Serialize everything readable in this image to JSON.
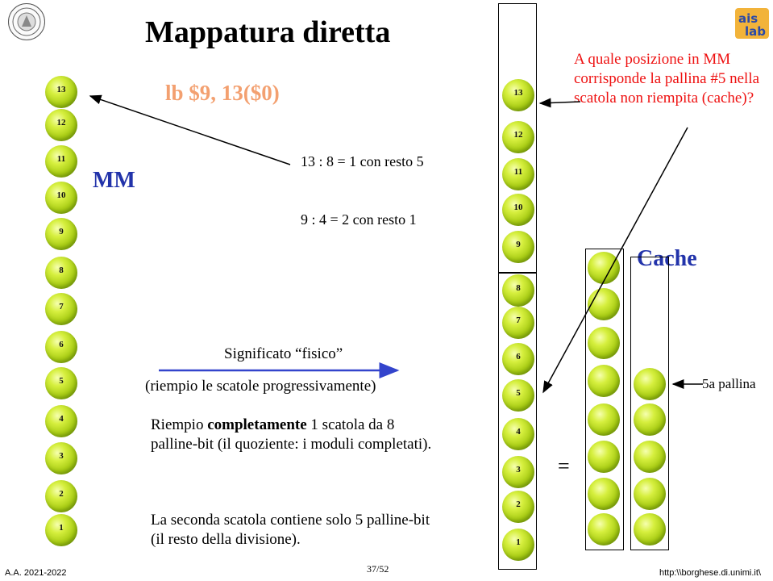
{
  "slide": {
    "title": "Mappatura diretta",
    "instruction": "lb $9, 13($0)",
    "mm_label": "MM",
    "cache_label": "Cache",
    "calc1": "13 : 8 = 1 con resto 5",
    "calc2": "9 : 4 = 2 con resto 1",
    "question": "A quale posizione in MM corrisponde la pallina #5 nella scatola non riempita (cache)?",
    "significato": "Significato “fisico”",
    "riempio": "(riempio le scatole progressivamente)",
    "para1_pre": "Riempio ",
    "para1_bold": "completamente",
    "para1_post": " 1 scatola da 8 palline-bit (il quoziente: i moduli completati).",
    "para2": "La seconda scatola contiene solo 5 palline-bit (il resto della divisione).",
    "equals": "=",
    "pallina_label": "5a pallina",
    "footer_left": "A.A. 2021-2022",
    "footer_page": "37/52",
    "footer_url": "http:\\\\borghese.di.unimi.it\\",
    "logo_right_text": "ais lab",
    "logo_left_name": "university-seal"
  },
  "mm_left_balls": [
    "13",
    "12",
    "11",
    "10",
    "9",
    "8",
    "7",
    "6",
    "5",
    "4",
    "3",
    "2",
    "1"
  ],
  "mm_right_balls": [
    "13",
    "12",
    "11",
    "10",
    "9",
    "8",
    "7",
    "6",
    "5",
    "4",
    "3",
    "2",
    "1"
  ],
  "colors": {
    "title_orange": "#f3a070",
    "label_blue": "#2233aa",
    "question_red": "#ee1111",
    "arrow_blue": "#3344cc"
  }
}
